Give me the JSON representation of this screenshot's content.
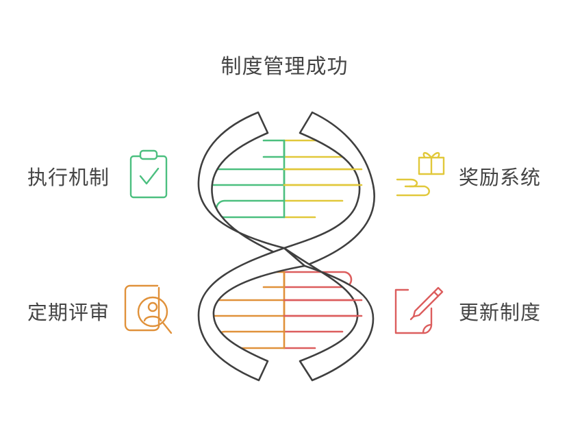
{
  "title": "制度管理成功",
  "items": {
    "top_left": {
      "label": "执行机制",
      "icon": "clipboard-check-icon",
      "color": "#4bbf7f"
    },
    "top_right": {
      "label": "奖励系统",
      "icon": "gift-hand-icon",
      "color": "#e1c83a"
    },
    "bottom_left": {
      "label": "定期评审",
      "icon": "search-person-icon",
      "color": "#e0913a"
    },
    "bottom_right": {
      "label": "更新制度",
      "icon": "document-pen-icon",
      "color": "#dc5d5d"
    }
  },
  "colors": {
    "strand": "#3f3f3f",
    "green": "#4bbf7f",
    "yellow": "#e1c83a",
    "orange": "#e0913a",
    "red": "#dc5d5d"
  }
}
